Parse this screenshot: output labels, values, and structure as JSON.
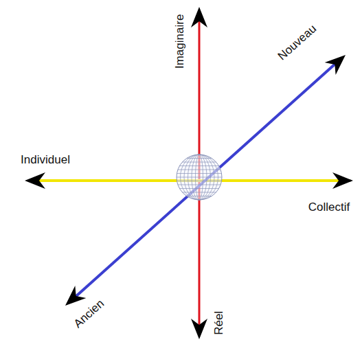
{
  "diagram": {
    "labels": [
      "Imaginaire",
      "Nouveau",
      "Individuel",
      "Collectif",
      "Ancien",
      "Réel"
    ]
  }
}
